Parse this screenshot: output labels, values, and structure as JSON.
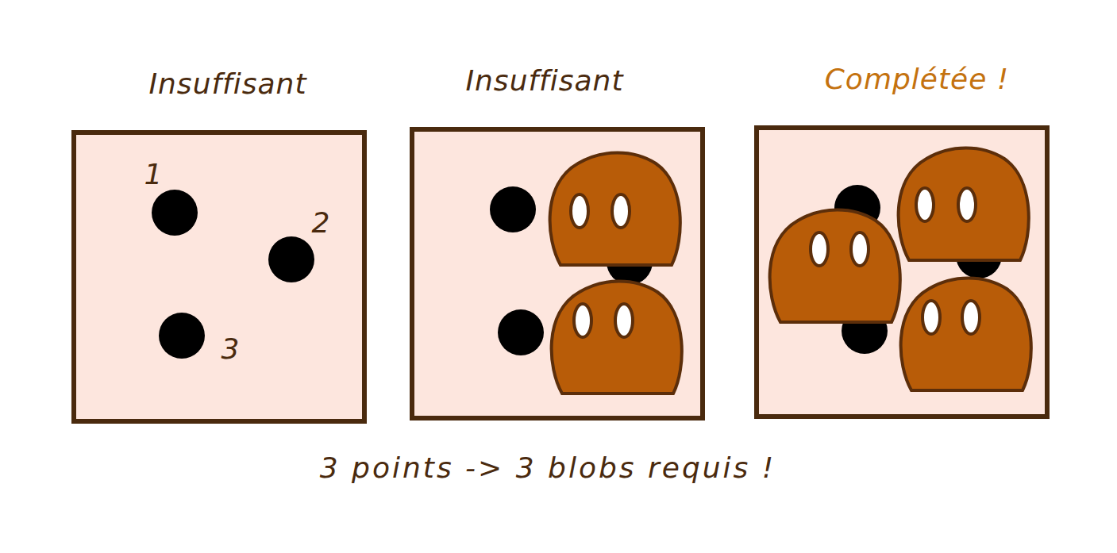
{
  "diagram": {
    "caption": "3 points -> 3 blobs requis !",
    "nodes": [
      {
        "text": [
          "Insuffisant"
        ]
      },
      {
        "text": [
          "Insuffisant"
        ]
      },
      {
        "text": [
          "Complétée !"
        ]
      }
    ],
    "labels": [
      "1",
      "2",
      "3"
    ]
  }
}
